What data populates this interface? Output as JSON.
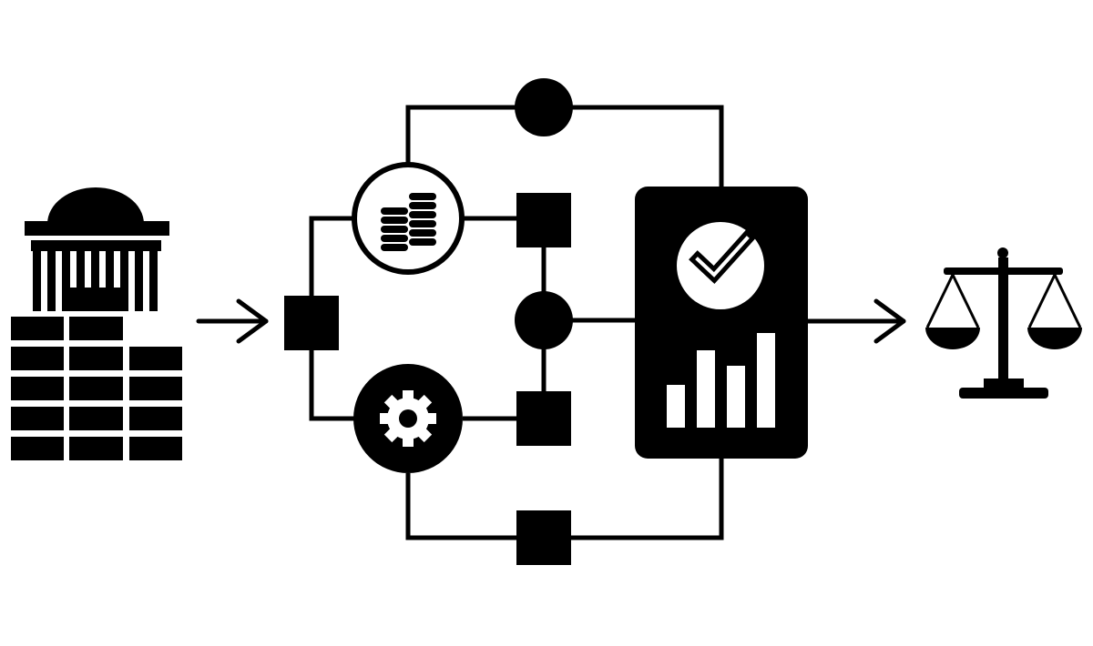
{
  "colors": {
    "ink": "#000000",
    "paper": "#ffffff"
  },
  "nodes": [
    {
      "id": "institution",
      "icon": "government-building-icon"
    },
    {
      "id": "finance",
      "icon": "coin-stacks-icon"
    },
    {
      "id": "operations",
      "icon": "gear-icon"
    },
    {
      "id": "report",
      "icon": "checkmark-icon"
    },
    {
      "id": "report-chart",
      "icon": "bar-chart-icon",
      "bar_levels": [
        0.45,
        0.82,
        0.65,
        1.0
      ]
    },
    {
      "id": "justice",
      "icon": "scales-of-justice-icon"
    }
  ]
}
